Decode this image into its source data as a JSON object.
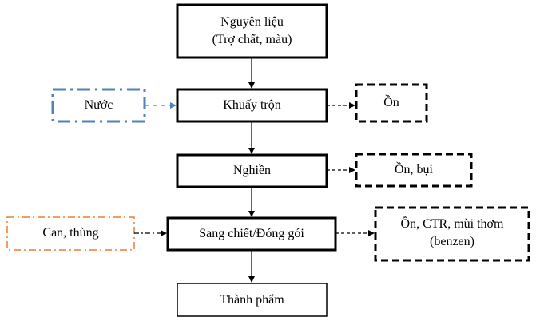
{
  "nodes": {
    "raw_material": {
      "line1": "Nguyên liệu",
      "line2": "(Trợ chất, màu)"
    },
    "mixing": {
      "label": "Khuấy trộn"
    },
    "grinding": {
      "label": "Nghiền"
    },
    "filling": {
      "label": "Sang chiết/Đóng gói"
    },
    "product": {
      "label": "Thành phẩm"
    }
  },
  "inputs": {
    "water": {
      "label": "Nước",
      "color": "#4F81BD"
    },
    "containers": {
      "label": "Can, thùng",
      "color": "#ED7D31"
    }
  },
  "outputs": {
    "noise": {
      "label": "Ồn"
    },
    "noise_dust": {
      "label": "Ồn, bụi"
    },
    "noise_waste_odor": {
      "line1": "Ồn, CTR, mùi thơm",
      "line2": "(benzen)"
    }
  },
  "colors": {
    "stroke": "#000000",
    "water_input": "#4F81BD",
    "container_input": "#ED7D31"
  }
}
